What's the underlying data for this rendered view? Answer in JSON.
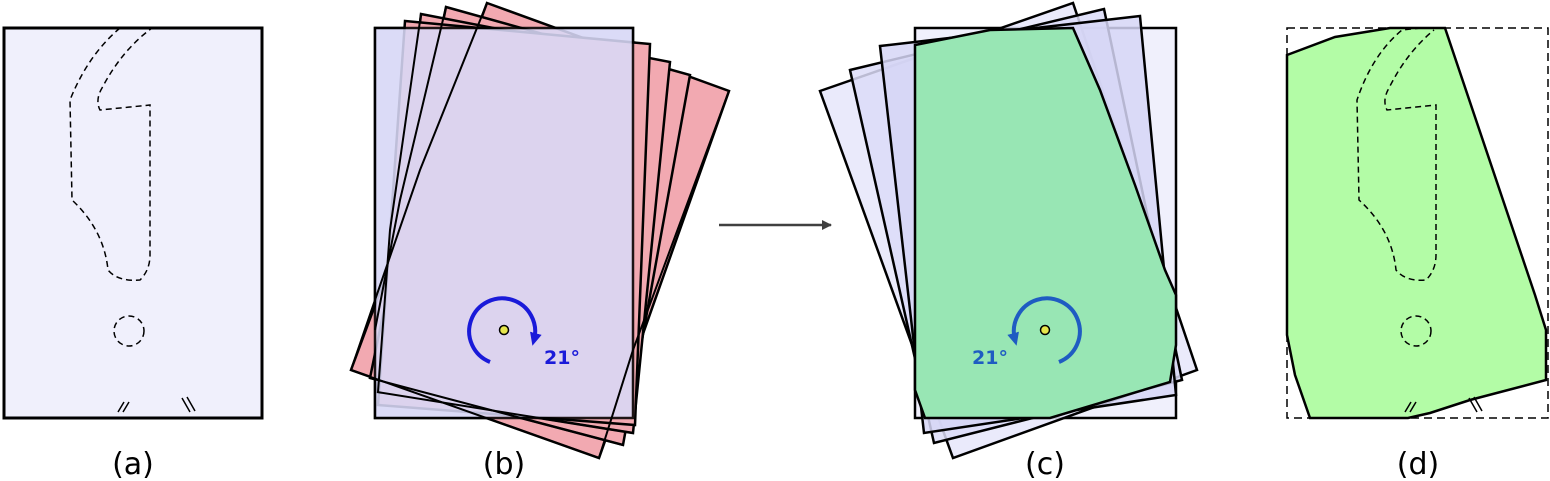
{
  "captions": [
    "(a)",
    "(b)",
    "(c)",
    "(d)"
  ],
  "panel_b": {
    "angle_label": "21°"
  },
  "panel_c": {
    "angle_label": "21°"
  },
  "colors": {
    "sheet_fill": "#f0f0fc",
    "rotated_red": "#f2a9b1",
    "overlap_blue": "#d9d9f7",
    "result_green": "#98e6b4",
    "final_green": "#b3fca6",
    "rotation_arrow_b": "#1a1ad9",
    "rotation_arrow_c": "#1f5cc2",
    "pivot": "#e6e64c",
    "arrow": "#404040"
  }
}
